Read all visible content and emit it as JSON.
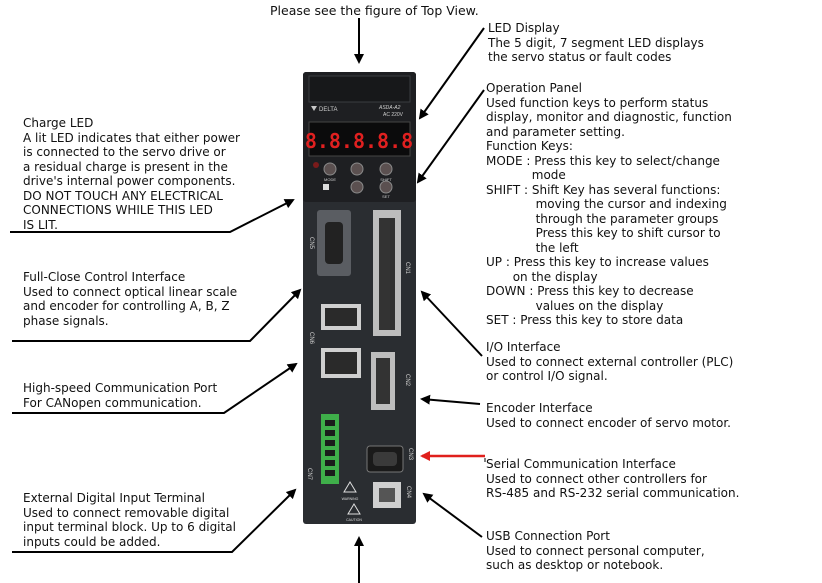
{
  "top_note": "Please see the figure of Top View.",
  "left": {
    "charge_led": {
      "title": "Charge LED",
      "lines": [
        "A lit LED indicates that either power",
        "is connected to the servo drive or",
        "a residual charge is present in the",
        "drive's internal power components.",
        "DO NOT TOUCH ANY ELECTRICAL",
        "CONNECTIONS WHILE THIS LED",
        "IS LIT."
      ]
    },
    "full_close": {
      "title": "Full-Close Control Interface",
      "lines": [
        "Used to connect optical linear scale",
        "and encoder for controlling A, B, Z",
        "phase signals."
      ]
    },
    "high_speed": {
      "title": "High-speed Communication Port",
      "lines": [
        "For CANopen communication."
      ]
    },
    "ext_digital": {
      "title": "External Digital Input Terminal",
      "lines": [
        "Used to connect removable digital",
        "input terminal block. Up to 6 digital",
        "inputs could be added."
      ]
    }
  },
  "right": {
    "led_display": {
      "title": "LED Display",
      "lines": [
        "The 5 digit, 7 segment LED displays",
        "the servo status or fault codes"
      ]
    },
    "operation_panel": {
      "title": "Operation Panel",
      "lines": [
        "Used function keys to perform status",
        "display, monitor and diagnostic, function",
        "and parameter setting.",
        "Function Keys:",
        "MODE : Press this key to select/change",
        "            mode",
        "SHIFT : Shift Key has several functions:",
        "             moving the cursor and indexing",
        "             through the parameter groups",
        "             Press this key to shift cursor to",
        "             the left",
        "UP : Press this key to increase values",
        "       on the display",
        "DOWN : Press this key to decrease",
        "             values on the display",
        "SET : Press this key to store data"
      ]
    },
    "io_interface": {
      "title": "I/O Interface",
      "lines": [
        "Used to connect external controller (PLC)",
        "or control I/O signal."
      ]
    },
    "encoder": {
      "title": "Encoder Interface",
      "lines": [
        "Used to connect encoder of servo motor."
      ]
    },
    "serial": {
      "title": "Serial Communication Interface",
      "lines": [
        "Used to connect other controllers for",
        "RS-485 and RS-232 serial communication."
      ]
    },
    "usb": {
      "title": "USB Connection Port",
      "lines": [
        "Used to connect personal computer,",
        "such as desktop or notebook."
      ]
    }
  },
  "drive": {
    "brand": "DELTA",
    "model": "ASDA-A2",
    "voltage": "AC 220V",
    "display": "8.8.8.8.8",
    "keys": [
      "MODE",
      "SHIFT",
      "SET"
    ],
    "connectors": [
      "CN5",
      "CN1",
      "CN6",
      "CN2",
      "CN7",
      "CN3",
      "CN4"
    ],
    "warning": "WARNING",
    "caution": "CAUTION",
    "led_color": "#e02020",
    "arrow_highlight": "#e0201c"
  }
}
